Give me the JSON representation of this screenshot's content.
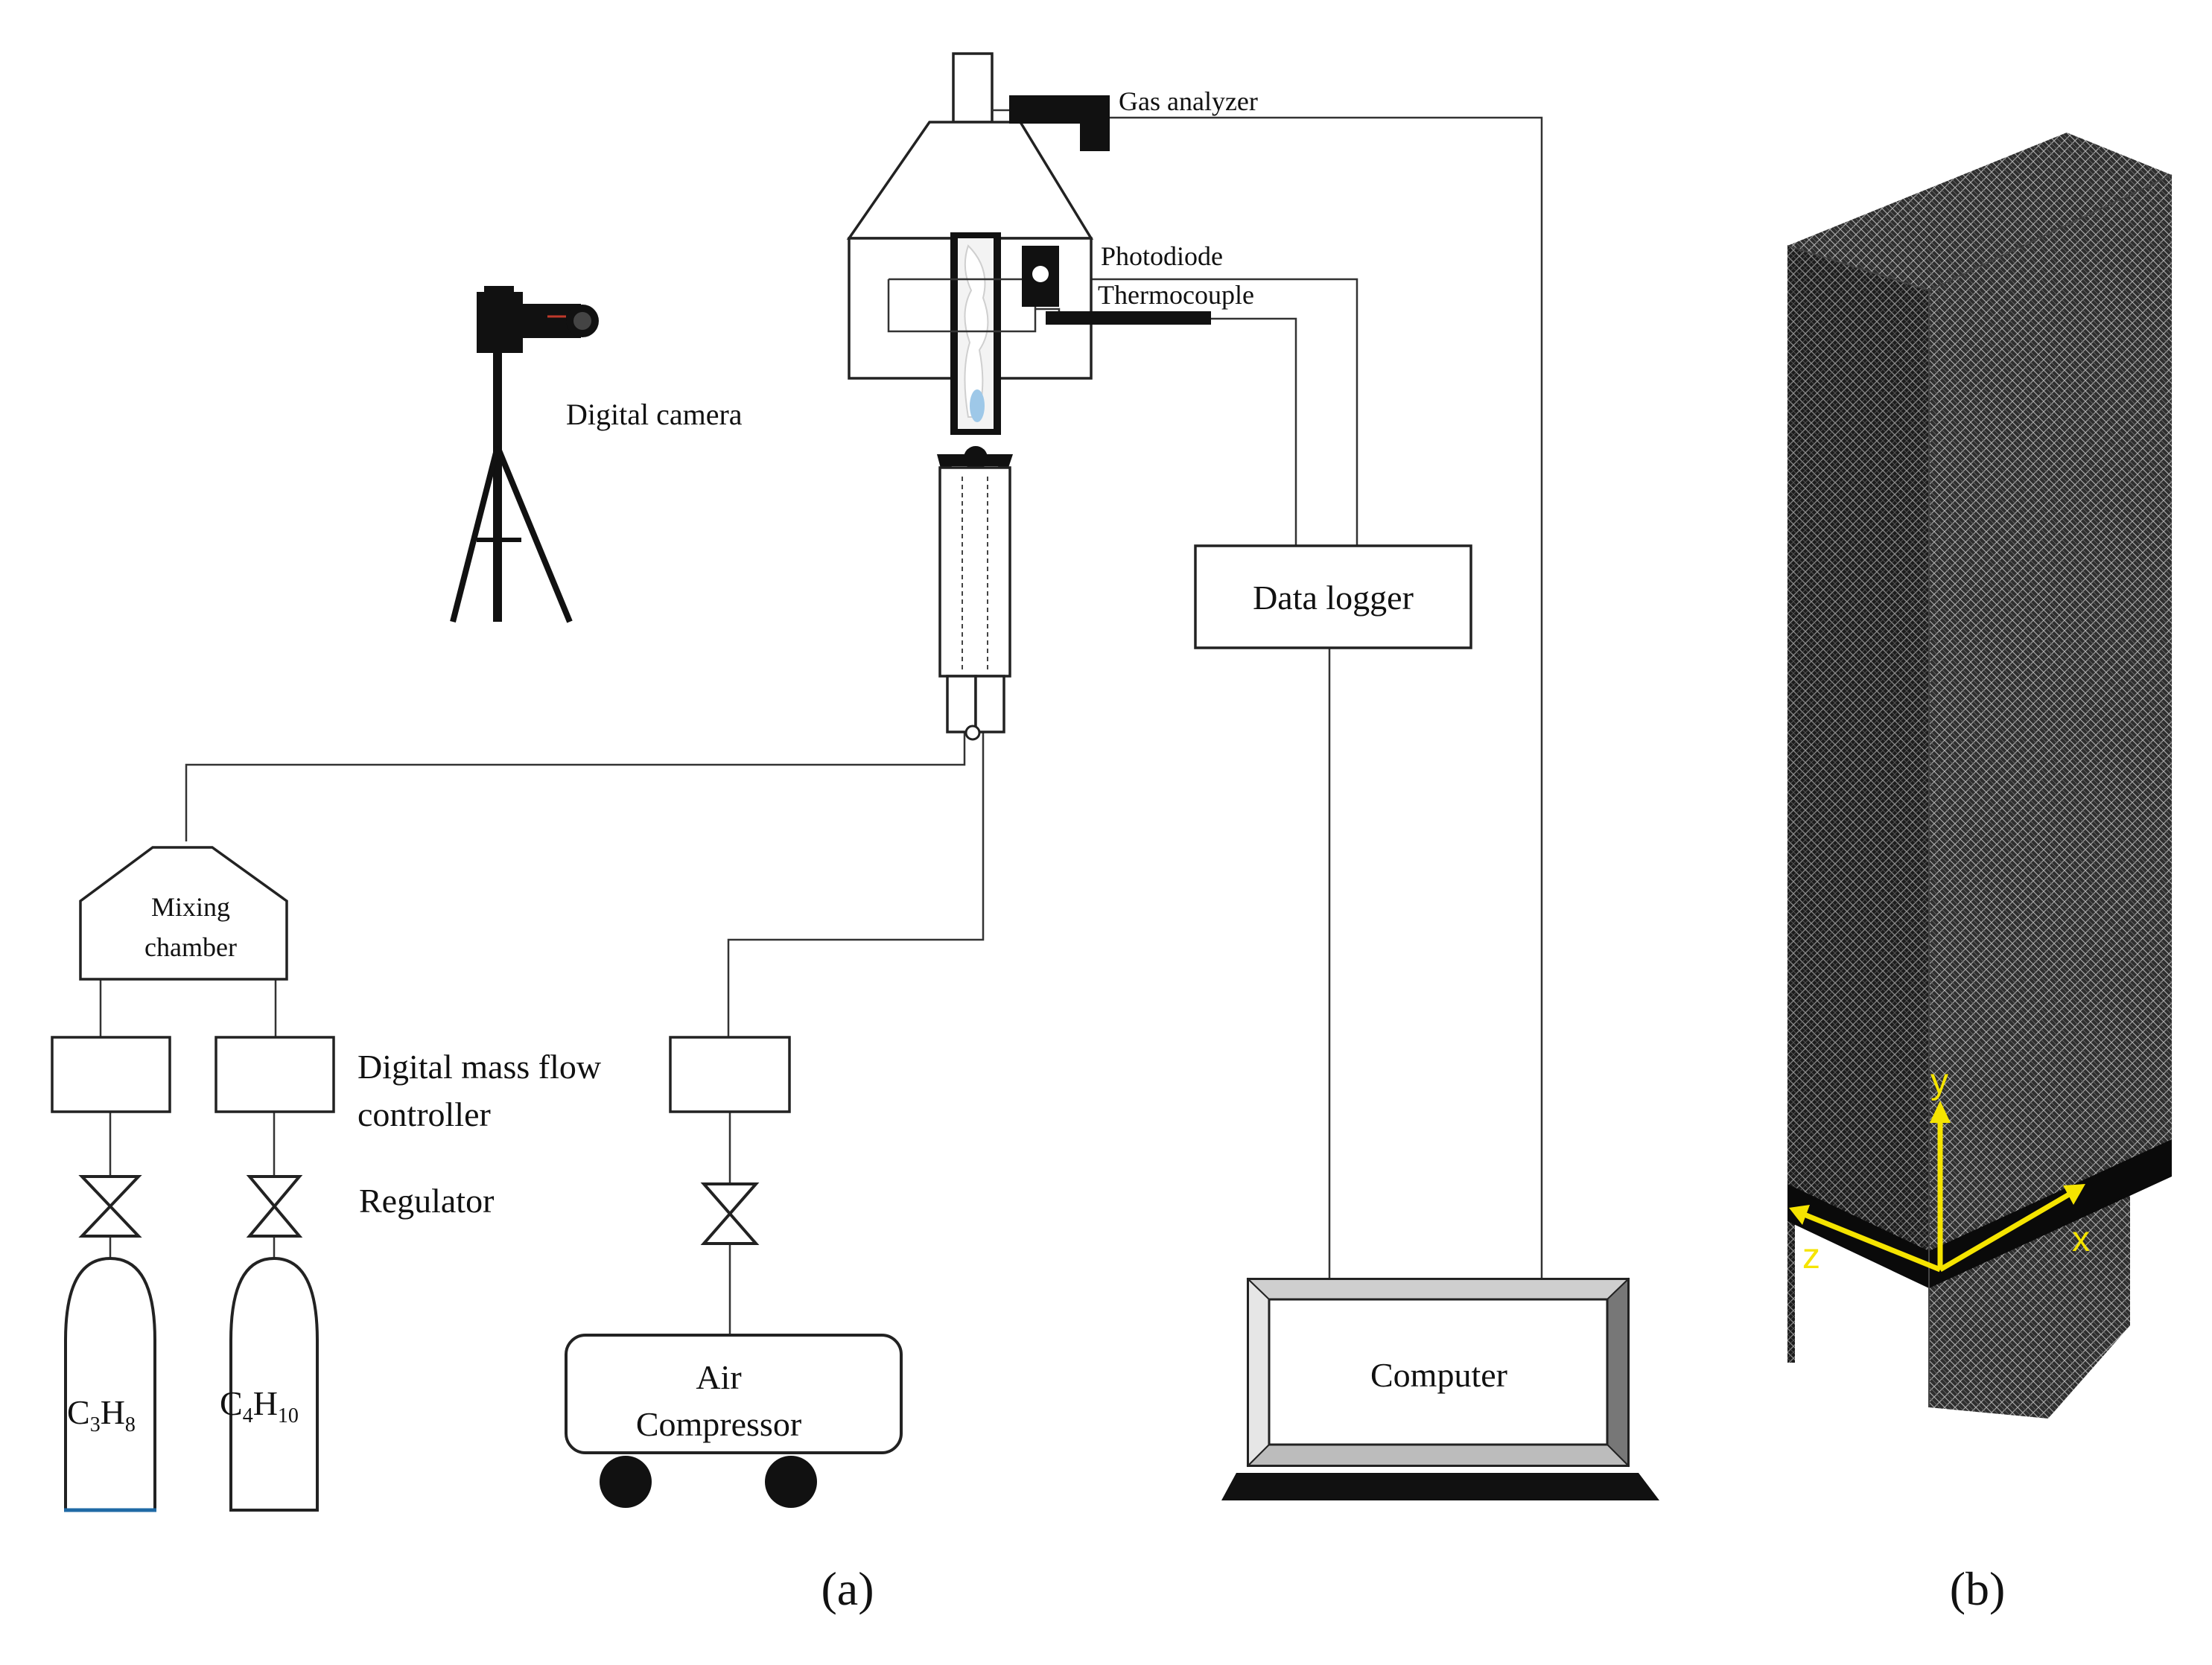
{
  "labels": {
    "gas_analyzer": "Gas analyzer",
    "photodiode": "Photodiode",
    "thermocouple": "Thermocouple",
    "digital_camera": "Digital camera",
    "data_logger": "Data logger",
    "mixing_chamber_line1": "Mixing",
    "mixing_chamber_line2": "chamber",
    "mass_flow_line1": "Digital mass flow",
    "mass_flow_line2": "controller",
    "regulator": "Regulator",
    "air_compressor_line1": "Air",
    "air_compressor_line2": "Compressor",
    "computer": "Computer",
    "cylinder_1": {
      "base": "C",
      "sub1": "3",
      "mid": "H",
      "sub2": "8"
    },
    "cylinder_2": {
      "base": "C",
      "sub1": "4",
      "mid": "H",
      "sub2": "10"
    }
  },
  "axes": {
    "x": "x",
    "y": "y",
    "z": "z",
    "color": "#f5e400"
  },
  "captions": {
    "a": "(a)",
    "b": "(b)"
  },
  "colors": {
    "line": "#333333",
    "mesh_dark": "#1c1c1c",
    "cylinder_base": "#1f6aa5"
  }
}
